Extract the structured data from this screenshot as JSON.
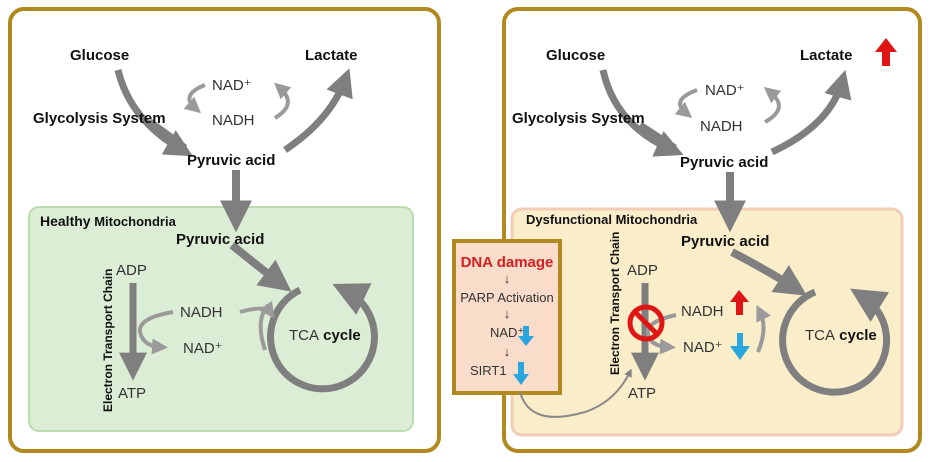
{
  "left_panel": {
    "glucose": "Glucose",
    "lactate": "Lactate",
    "glycolysis": "Glycolysis System",
    "nad_plus": "NAD⁺",
    "nadh": "NADH",
    "pyruvic_top": "Pyruvic acid",
    "mito_title_bold": "Healthy",
    "mito_title_rest": " Mitochondria",
    "pyruvic_mito": "Pyruvic acid",
    "etc": "Electron Transport Chain",
    "adp": "ADP",
    "atp": "ATP",
    "nadh_mito": "NADH",
    "nad_mito": "NAD⁺",
    "tca": "TCA",
    "cycle": " cycle"
  },
  "right_panel": {
    "glucose": "Glucose",
    "lactate": "Lactate",
    "glycolysis": "Glycolysis System",
    "nad_plus": "NAD⁺",
    "nadh": "NADH",
    "pyruvic_top": "Pyruvic acid",
    "mito_title": "Dysfunctional Mitochondria",
    "pyruvic_mito": "Pyruvic acid",
    "etc": "Electron Transport Chain",
    "adp": "ADP",
    "atp": "ATP",
    "nadh_mito": "NADH",
    "nad_mito": "NAD⁺",
    "tca": "TCA",
    "cycle": " cycle"
  },
  "dna_box": {
    "title": "DNA damage",
    "parp": "PARP Activation",
    "nad": "NAD⁺",
    "sirt1": "SIRT1"
  },
  "colors": {
    "frame": "#b08a1e",
    "healthy_fill": "#dcedd5",
    "dysfunctional_fill": "#faedc9",
    "dna_fill": "#f9dcc9",
    "arrow_gray": "#7f7f7f",
    "up_arrow": "#e01515",
    "down_arrow": "#2aa6df",
    "inhibit": "#e01515"
  }
}
